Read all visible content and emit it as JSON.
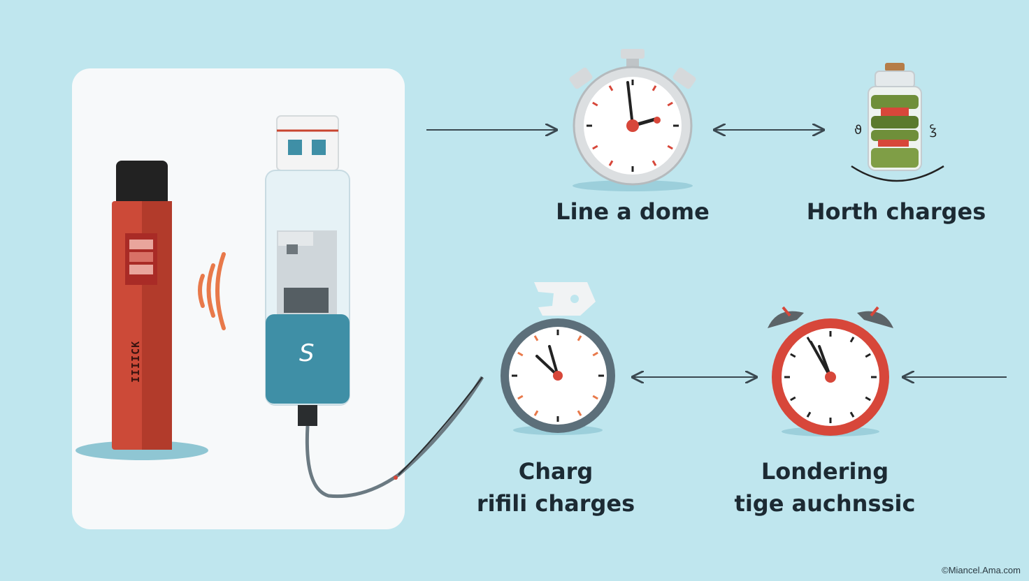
{
  "labels": {
    "top_center": "Line a dome",
    "top_right": "Horth charges",
    "bottom_center_line1": "Charg",
    "bottom_center_line2": "rifili charges",
    "bottom_right_line1": "Londering",
    "bottom_right_line2": "tige auchnssic"
  },
  "device_mark": "IIIICK",
  "usb_symbol": "S",
  "watermark": "©Miancel.Ama.com",
  "icons": [
    "vape-pen-icon",
    "signal-waves-icon",
    "usb-drive-icon",
    "stopwatch-icon",
    "battery-jar-icon",
    "pocket-watch-icon",
    "alarm-clock-icon"
  ],
  "colors": {
    "background": "#bfe6ee",
    "panel": "#f7f9fa",
    "device_red": "#cc4a38",
    "accent_orange": "#e8794a",
    "usb_teal": "#3f8fa6",
    "clock_red": "#d7473a",
    "battery_green": "#6f8f3a"
  }
}
